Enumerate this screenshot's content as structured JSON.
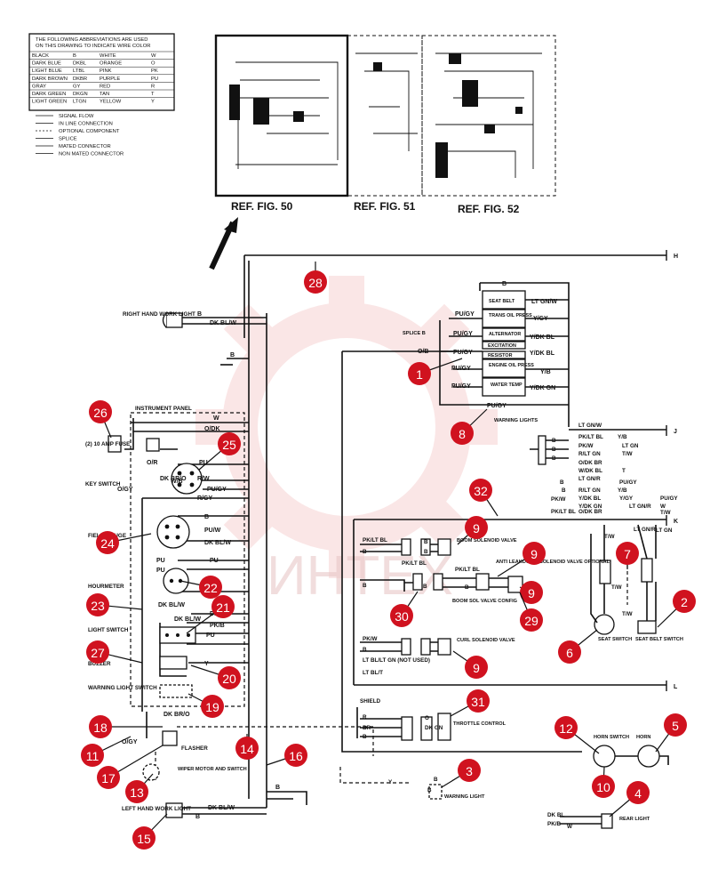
{
  "legend": {
    "title_line1": "THE FOLLOWING ABBREVIATIONS ARE USED",
    "title_line2": "ON THIS DRAWING TO INDICATE WIRE COLOR",
    "rows": [
      [
        "BLACK",
        "B",
        "WHITE",
        "W"
      ],
      [
        "DARK BLUE",
        "DKBL",
        "ORANGE",
        "O"
      ],
      [
        "LIGHT BLUE",
        "LTBL",
        "PINK",
        "PK"
      ],
      [
        "DARK BROWN",
        "DKBR",
        "PURPLE",
        "PU"
      ],
      [
        "GRAY",
        "GY",
        "RED",
        "R"
      ],
      [
        "DARK GREEN",
        "DKGN",
        "TAN",
        "T"
      ],
      [
        "LIGHT GREEN",
        "LTGN",
        "YELLOW",
        "Y"
      ]
    ],
    "symbols": [
      "SIGNAL FLOW",
      "IN LINE CONNECTION",
      "OPTIONAL COMPONENT",
      "SPLICE",
      "MATED CONNECTOR",
      "NON MATED CONNECTOR"
    ]
  },
  "refs": [
    "REF. FIG. 50",
    "REF. FIG. 51",
    "REF. FIG. 52"
  ],
  "bus_labels": [
    "H",
    "J",
    "K",
    "L"
  ],
  "warning_lights": {
    "items": [
      "SEAT BELT",
      "TRANS OIL PRESS",
      "ALTERNATOR",
      "EXCITATION",
      "RESISTOR",
      "ENGINE OIL PRESS",
      "WATER TEMP"
    ],
    "label": "WARNING LIGHTS",
    "splice": "SPLICE B"
  },
  "components": {
    "right_work_light": "RIGHT HAND WORK LIGHT",
    "instrument_panel": "INSTRUMENT PANEL",
    "fuse": "(2) 10 AMP FUSE",
    "key_switch": "KEY SWITCH",
    "field_gauge": "FIELD GAUGE",
    "hourmeter": "HOURMETER",
    "light_switch": "LIGHT SWITCH",
    "buzzer": "BUZZER",
    "warning_light_switch": "WARNING LIGHT SWITCH",
    "flasher": "FLASHER",
    "wiper": "WIPER MOTOR AND SWITCH",
    "left_work_light": "LEFT HAND WORK LIGHT",
    "boom_solenoid": "BOOM SOLENOID VALVE",
    "anti_leakdown": "ANTI LEAKDOWN SOLENOID VALVE OPTIONAL",
    "boom_sol_config": "BOOM SOL VALVE CONFIG",
    "curl_solenoid": "CURL SOLENOID VALVE",
    "shield": "SHIELD",
    "throttle": "THROTTLE CONTROL",
    "warning_light": "WARNING LIGHT",
    "seat_switch": "SEAT SWITCH",
    "seat_belt_switch": "SEAT BELT SWITCH",
    "horn_switch": "HORN SWITCH",
    "horn": "HORN",
    "rear_light": "REAR LIGHT",
    "not_used": "LT BL/LT GN (NOT USED)"
  },
  "wire_labels": {
    "top_left": [
      "B",
      "DK BL/W",
      "B",
      "W",
      "O/DK",
      "O/R",
      "PU",
      "R/W",
      "W/B",
      "PU/GY",
      "DK BR/O",
      "R/GY",
      "O/GY",
      "B",
      "PU",
      "DK BL/W",
      "PU",
      "PU/W",
      "PU",
      "DK BL/W",
      "DK BL/W",
      "DK BL",
      "PK/B",
      "PU",
      "Y",
      "DK BR/O",
      "O/GY",
      "B",
      "DK BL/W",
      "B"
    ],
    "warning": [
      "B",
      "LT GN/W",
      "PU/GY",
      "Y/GY",
      "PU/GY",
      "Y/DK BL",
      "O/B",
      "PU/GY",
      "Y/DK BL",
      "PU/GY",
      "Y/B",
      "PU/GY",
      "Y/DK GN",
      "PU/GY"
    ],
    "right_bundle": [
      "LT GN/W",
      "PK/LT BL",
      "PK/W",
      "R/LT GN",
      "O/DK BR",
      "W/DK BL",
      "LT GN/R",
      "Y/B",
      "LT GN",
      "T/W",
      "B",
      "R/LT GN",
      "Y/DK GN",
      "Y/DK BL",
      "PK/W",
      "PK/LT BL",
      "Y/B",
      "Y/GY",
      "PU/GY",
      "LT GN/R",
      "O/DK BR",
      "PU/GY",
      "W",
      "T",
      "T/W",
      "B",
      "B",
      "B",
      "B"
    ],
    "valves": [
      "PK/LT BL",
      "B",
      "PK/LT BL",
      "PK/LT BL",
      "B",
      "B",
      "B",
      "B",
      "B",
      "PK/W",
      "B",
      "LT BL/LT GN (NOT USED)",
      "LT BL/T",
      "R",
      "BR",
      "B",
      "O",
      "DK GN",
      "T/W",
      "LT GN/R",
      "LT GN",
      "T/W",
      "T/W",
      "DK BL",
      "PK/B",
      "B",
      "W",
      "Y",
      "B"
    ]
  },
  "callouts": [
    "1",
    "2",
    "3",
    "4",
    "5",
    "6",
    "7",
    "8",
    "9",
    "9",
    "9",
    "9",
    "10",
    "11",
    "12",
    "13",
    "14",
    "15",
    "16",
    "17",
    "18",
    "19",
    "20",
    "21",
    "22",
    "23",
    "24",
    "25",
    "26",
    "27",
    "28",
    "29",
    "30",
    "31",
    "32"
  ],
  "watermark": "ИНТЕХ",
  "colors": {
    "callout": "#d0121f",
    "ink": "#111111",
    "watermark": "#f2b8b8"
  }
}
